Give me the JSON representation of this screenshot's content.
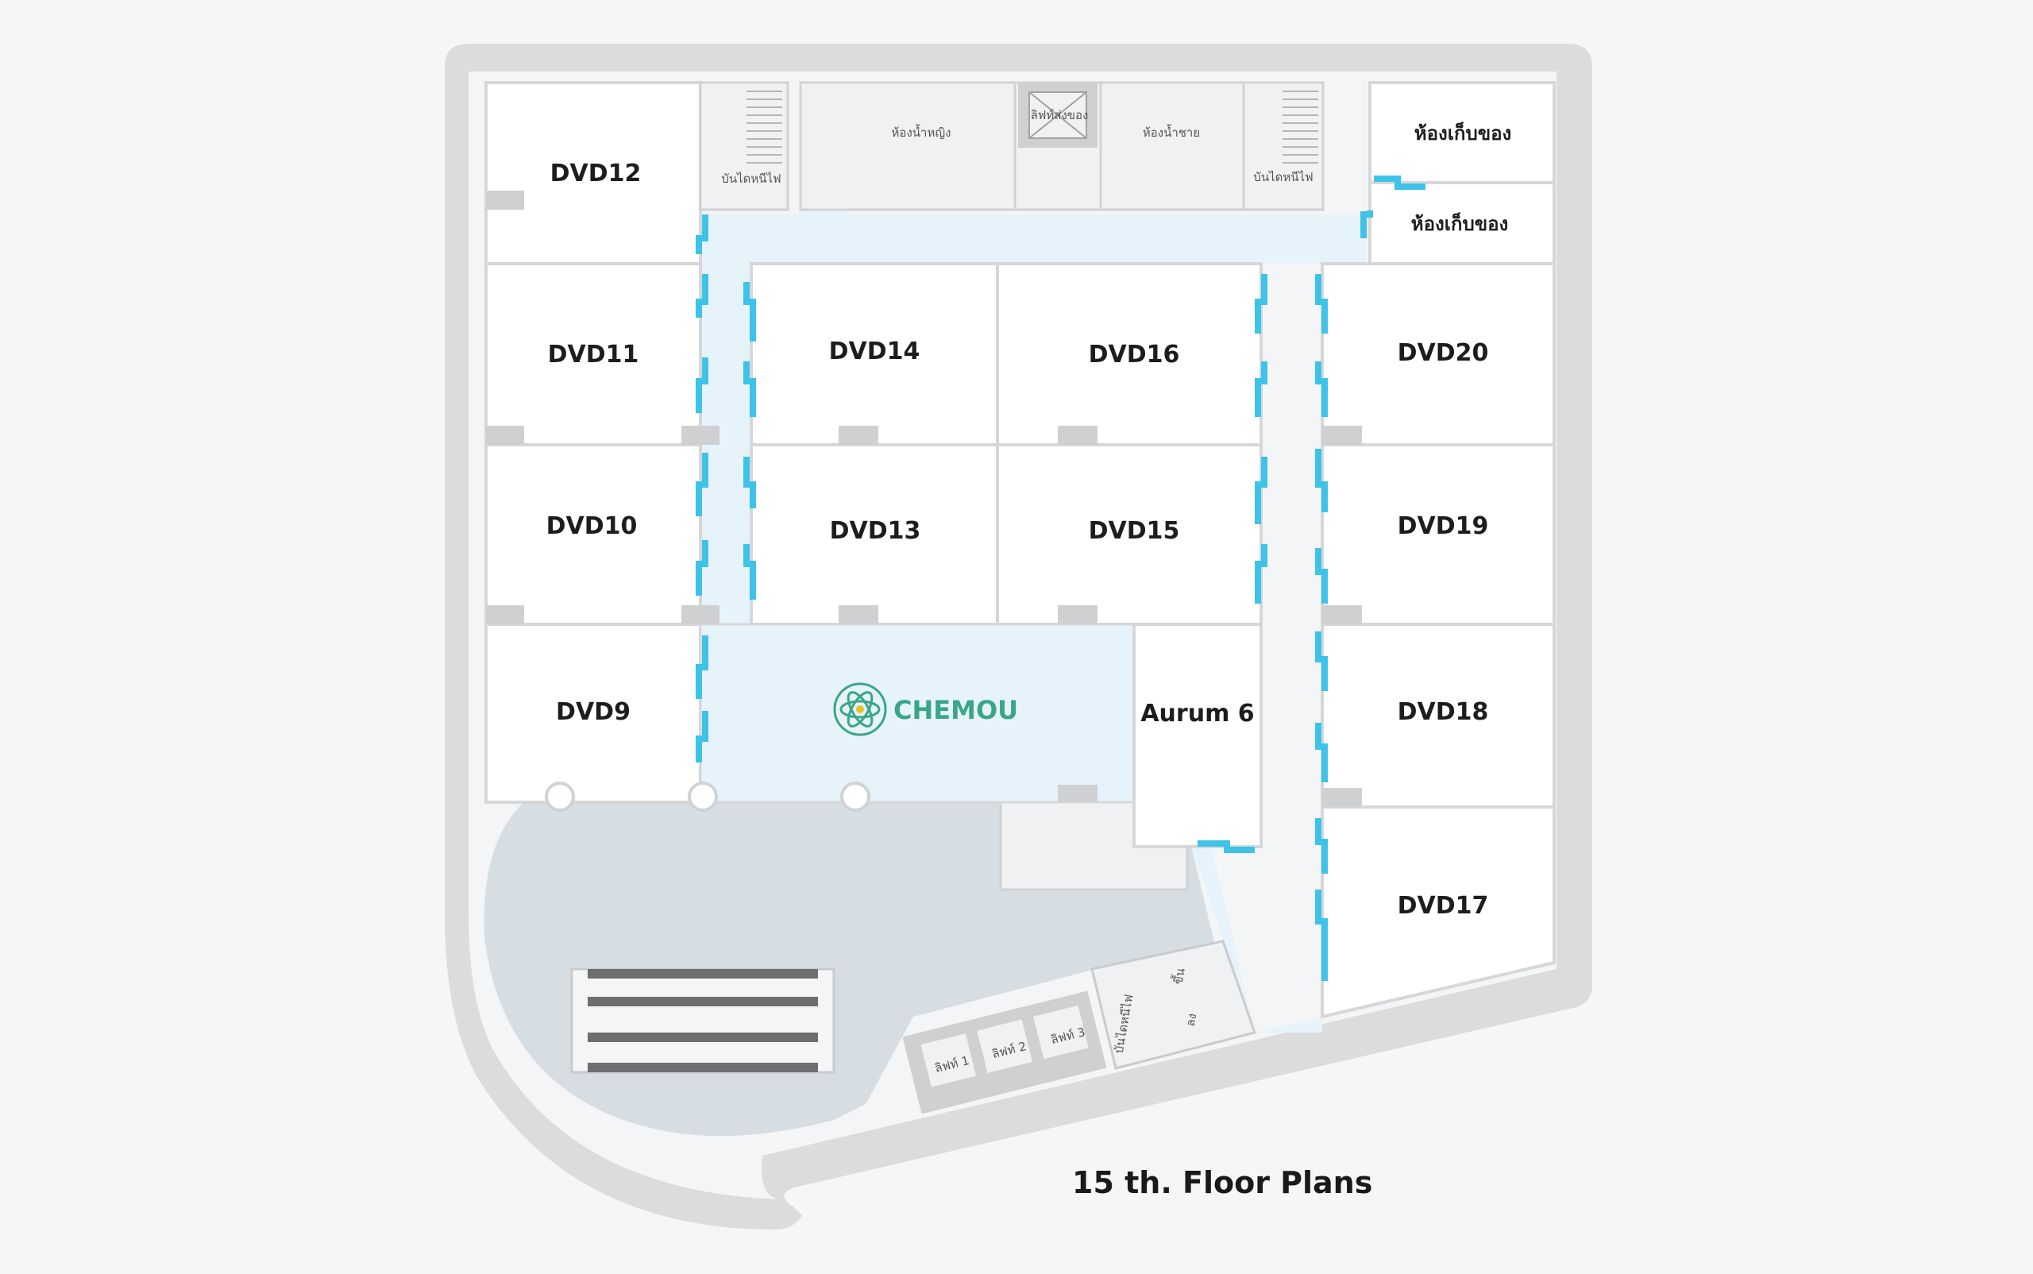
{
  "title": "15 th. Floor Plans",
  "brand": {
    "name": "CHEMOU",
    "color": "#3aa58a"
  },
  "colors": {
    "corridor": "#e7f3fa",
    "lobby": "#d6dde3",
    "outer_wall": "#dadcde",
    "door_accent": "#3ec3e8"
  },
  "rooms": {
    "dvd12": "DVD12",
    "dvd11": "DVD11",
    "dvd10": "DVD10",
    "dvd9": "DVD9",
    "dvd14": "DVD14",
    "dvd16": "DVD16",
    "dvd13": "DVD13",
    "dvd15": "DVD15",
    "dvd20": "DVD20",
    "dvd19": "DVD19",
    "dvd18": "DVD18",
    "dvd17": "DVD17",
    "aurum6": "Aurum 6"
  },
  "service": {
    "storage1": "ห้องเก็บของ",
    "storage2": "ห้องเก็บของ",
    "women_restroom": "ห้องน้ำหญิง",
    "men_restroom": "ห้องน้ำชาย",
    "service_lift": "ลิฟท์ส่งของ",
    "fire_exit_left": "บันไดหนีไฟ",
    "fire_exit_right": "บันไดหนีไฟ",
    "fire_exit_bottom": "บันไดหนีไฟ",
    "stairs_up": "ขึ้น",
    "stairs_down": "ลง",
    "lift1": "ลิฟท์ 1",
    "lift2": "ลิฟท์ 2",
    "lift3": "ลิฟท์ 3"
  }
}
